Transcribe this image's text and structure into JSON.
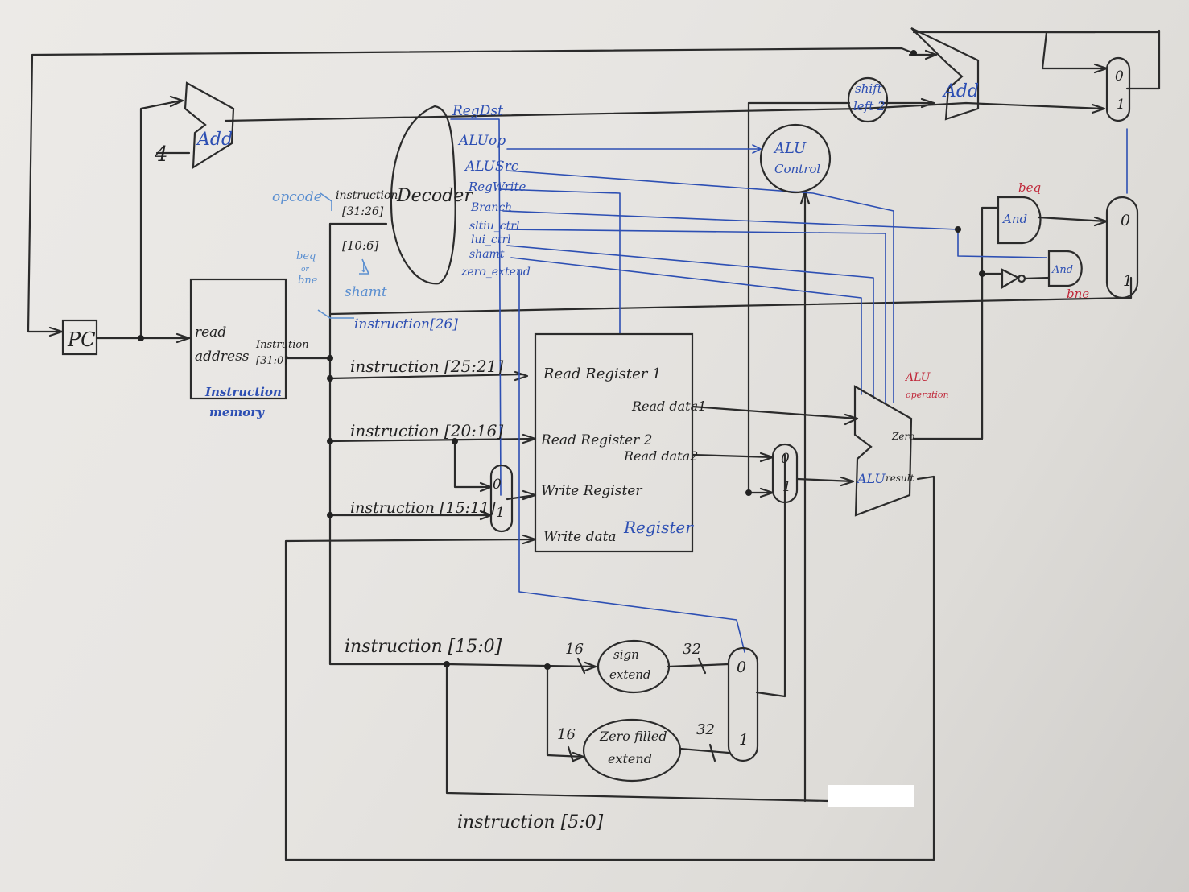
{
  "pc": {
    "label": "PC"
  },
  "adders": {
    "pc_add": "Add",
    "branch_add": "Add",
    "four": "4"
  },
  "shift": {
    "line1": "shift",
    "line2": "left 2"
  },
  "instruction_memory": {
    "read_address_1": "read",
    "read_address_2": "address",
    "out_1": "Instrution",
    "out_2": "[31:0]",
    "name_1": "Instruction",
    "name_2": "memory"
  },
  "decoder": {
    "name": "Decoder",
    "signals": [
      "RegDst",
      "ALUop",
      "ALUSrc",
      "RegWrite",
      "Branch",
      "sltiu_ctrl",
      "lui_ctrl",
      "shamt",
      "zero_extend"
    ]
  },
  "notes": {
    "opcode": "opcode",
    "instr_op_1": "instruction",
    "instr_op_2": "[31:26]",
    "shamt_field": "[10:6]",
    "shamt_arrow": "↓",
    "shamt_label": "shamt",
    "beq_1": "beq",
    "beq_2": "or",
    "beq_3": "bne",
    "instr26": "instruction[26]"
  },
  "fields": {
    "rs": "instruction [25:21]",
    "rt": "instruction [20:16]",
    "rd": "instruction [15:11]",
    "imm": "instruction [15:0]",
    "funct": "instruction [5:0]"
  },
  "register_file": {
    "read_reg1": "Read Register 1",
    "read_reg2": "Read Register 2",
    "write_reg": "Write Register",
    "write_data": "Write data",
    "read_data1": "Read data1",
    "read_data2": "Read data2",
    "name": "Register"
  },
  "alu_control": {
    "line1": "ALU",
    "line2": "Control"
  },
  "alu": {
    "name": "ALU",
    "zero": "Zero",
    "result": "result",
    "op_1": "ALU",
    "op_2": "operation"
  },
  "extend": {
    "sign_1": "sign",
    "sign_2": "extend",
    "zero_1": "Zero filled",
    "zero_2": "extend",
    "in_16": "16",
    "out_32": "32"
  },
  "gates": {
    "and1": "And",
    "and2": "And",
    "beq": "beq",
    "bne": "bne"
  },
  "mux": {
    "zero": "0",
    "one": "1"
  }
}
